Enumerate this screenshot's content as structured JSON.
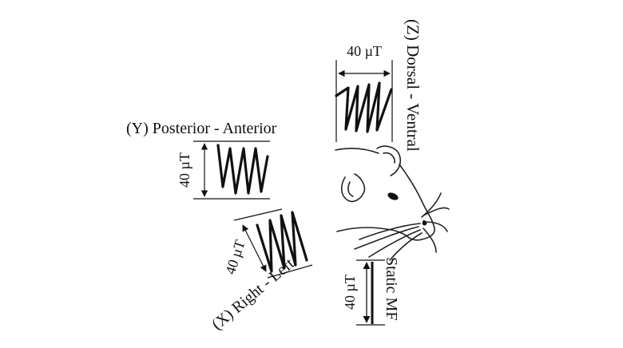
{
  "diagram": {
    "labels": {
      "z_axis": "(Z) Dorsal - Ventral",
      "y_axis": "(Y) Posterior - Anterior",
      "x_axis": "(X) Right - Left",
      "static": "Static MF"
    },
    "amplitudes": {
      "z": "40 µT",
      "y": "40 µT",
      "x": "40 µT",
      "static": "40 µT"
    }
  }
}
